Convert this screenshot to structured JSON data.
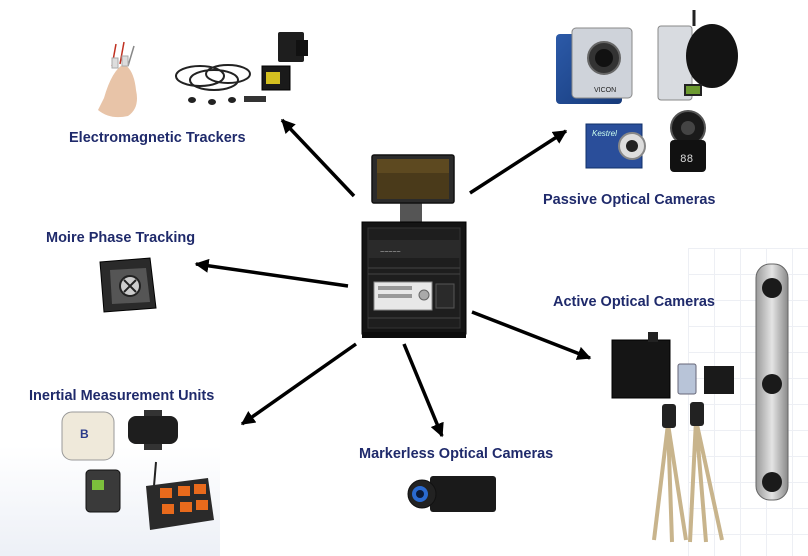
{
  "diagram": {
    "center": "tracking-workstation",
    "nodes": [
      {
        "id": "em",
        "label": "Electromagnetic Trackers"
      },
      {
        "id": "moire",
        "label": "Moire Phase Tracking"
      },
      {
        "id": "imu",
        "label": "Inertial Measurement Units"
      },
      {
        "id": "markerless",
        "label": "Markerless Optical Cameras"
      },
      {
        "id": "active",
        "label": "Active Optical Cameras"
      },
      {
        "id": "passive",
        "label": "Passive Optical Cameras"
      }
    ],
    "colors": {
      "label": "#1f2a6b",
      "arrow": "#000000"
    }
  }
}
